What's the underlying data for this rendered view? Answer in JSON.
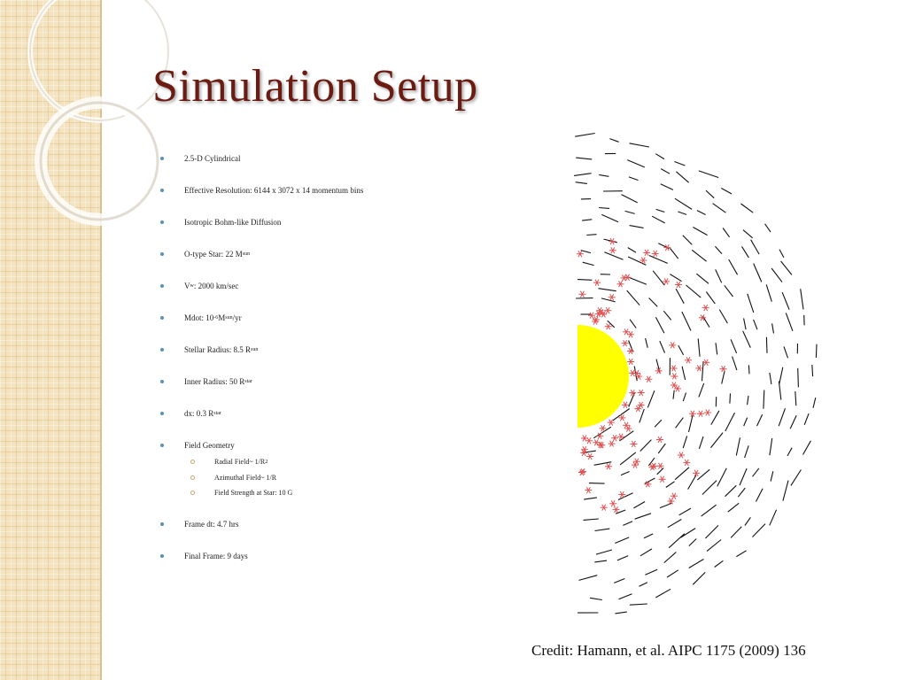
{
  "slide": {
    "title": "Simulation Setup",
    "bullets": [
      {
        "text": "2.5-D Cylindrical"
      },
      {
        "text": "Effective Resolution: 6144 x 3072 x 14 momentum bins"
      },
      {
        "text": "Isotropic Bohm-like Diffusion"
      },
      {
        "text": "O-type Star: 22 M",
        "sub": "sun",
        "tail": ""
      },
      {
        "text": "V",
        "sub": "w",
        "tail": ": 2000 km/sec"
      },
      {
        "text": "Mdot: 10",
        "sup": "-6",
        "mid": " M",
        "sub": "sun",
        "tail": "/yr"
      },
      {
        "text": "Stellar Radius: 8.5 R",
        "sub": "sun",
        "tail": ""
      },
      {
        "text": "Inner Radius: 50 R",
        "sub": "star",
        "tail": ""
      },
      {
        "text": "dx: 0.3 R",
        "sub": "star",
        "tail": ""
      },
      {
        "text": "Field Geometry"
      },
      {
        "text": "Frame dt: 4.7 hrs"
      },
      {
        "text": "Final Frame: 9 days"
      }
    ],
    "sub_bullets": [
      {
        "text": "Radial Field~ 1/R",
        "sup": "2"
      },
      {
        "text": "Azimuthal Field~ 1/R"
      },
      {
        "text": "Field Strength at Star: 10 G"
      }
    ],
    "credit": "Credit: Hamann, et al. AIPC 1175 (2009) 136"
  },
  "figure": {
    "star_color": "#ffff00",
    "marker_color": "#e05050",
    "line_color": "#111111"
  }
}
